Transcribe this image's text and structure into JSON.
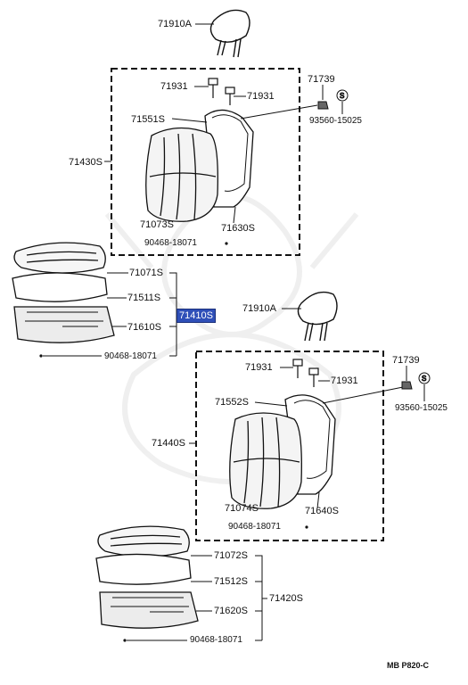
{
  "diagram": {
    "reference_code": "MB P820-C",
    "highlight_color": "#2f4fb8",
    "line_color": "#111111",
    "upper_seat": {
      "headrest": "71910A",
      "guide_a": "71931",
      "guide_b": "71931",
      "back_frame": "71551S",
      "back_cover": "71073S",
      "back_pad": "71630S",
      "back_assy": "71430S",
      "clip": "71739",
      "nut": "93560-15025",
      "hog_ring": "90468-18071"
    },
    "lower_seat": {
      "headrest": "71910A",
      "guide_a": "71931",
      "guide_b": "71931",
      "back_frame": "71552S",
      "back_cover": "71074S",
      "back_pad": "71640S",
      "back_assy": "71440S",
      "clip": "71739",
      "nut": "93560-15025",
      "hog_ring": "90468-18071"
    },
    "upper_cushion": {
      "cover": "71071S",
      "pad": "71511S",
      "frame": "71610S",
      "assy": "71410S",
      "hog_ring": "90468-18071"
    },
    "lower_cushion": {
      "cover": "71072S",
      "pad": "71512S",
      "frame": "71620S",
      "assy": "71420S",
      "hog_ring": "90468-18071"
    }
  }
}
